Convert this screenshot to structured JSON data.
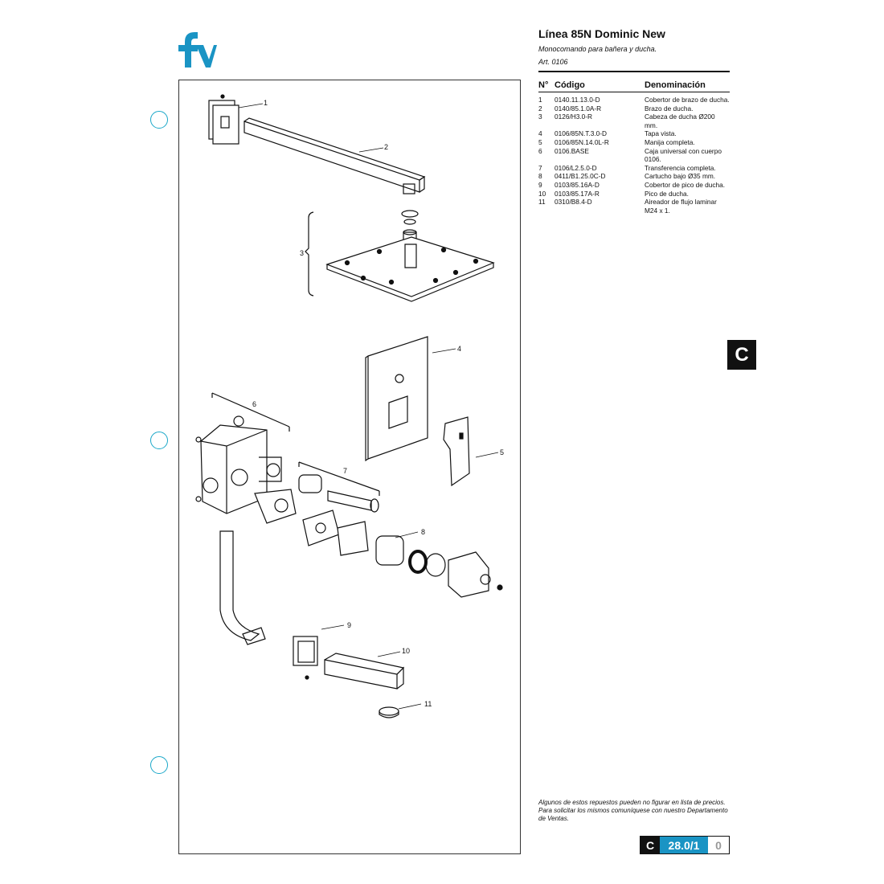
{
  "brand": {
    "logo_text": "fv",
    "color": "#1a94c4"
  },
  "header": {
    "title": "Línea 85N Dominic New",
    "subtitle": "Monocomando para bañera y ducha.",
    "article": "Art. 0106"
  },
  "table": {
    "headers": {
      "n": "N°",
      "code": "Código",
      "name": "Denominación"
    },
    "rows": [
      {
        "n": "1",
        "code": "0140.11.13.0-D",
        "name": "Cobertor de brazo de ducha."
      },
      {
        "n": "2",
        "code": "0140/85.1.0A-R",
        "name": "Brazo de ducha."
      },
      {
        "n": "3",
        "code": "0126/H3.0-R",
        "name": "Cabeza de ducha Ø200 mm."
      },
      {
        "n": "4",
        "code": "0106/85N.T.3.0-D",
        "name": "Tapa vista."
      },
      {
        "n": "5",
        "code": "0106/85N.14.0L-R",
        "name": "Manija completa."
      },
      {
        "n": "6",
        "code": "0106.BASE",
        "name": "Caja universal con cuerpo 0106."
      },
      {
        "n": "7",
        "code": "0106/L2.5.0-D",
        "name": "Transferencia completa."
      },
      {
        "n": "8",
        "code": "0411/B1.25.0C-D",
        "name": "Cartucho bajo Ø35 mm."
      },
      {
        "n": "9",
        "code": "0103/85.16A-D",
        "name": "Cobertor de pico de ducha."
      },
      {
        "n": "10",
        "code": "0103/85.17A-R",
        "name": "Pico de ducha."
      },
      {
        "n": "11",
        "code": "0310/B8.4-D",
        "name": "Aireador de flujo laminar M24 x 1."
      }
    ]
  },
  "section_tab": "C",
  "callouts": {
    "c1": "1",
    "c2": "2",
    "c3": "3",
    "c4": "4",
    "c5": "5",
    "c6": "6",
    "c7": "7",
    "c8": "8",
    "c9": "9",
    "c10": "10",
    "c11": "11"
  },
  "footnote": "Algunos de estos repuestos pueden no figurar en lista de precios. Para solicitar los mismos comuníquese con nuestro Departamento de Ventas.",
  "page": {
    "letter": "C",
    "number": "28.0/1",
    "revision": "0"
  },
  "icons": {
    "punch_hole": "punch-hole-icon",
    "logo": "fv-logo-icon"
  }
}
